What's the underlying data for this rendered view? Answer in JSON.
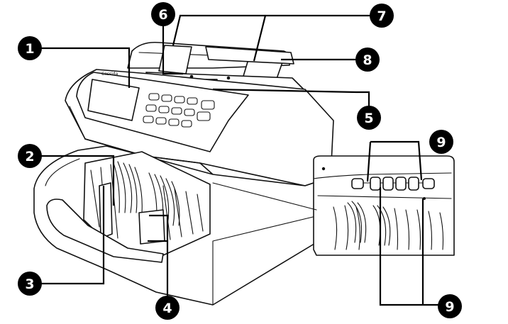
{
  "machine": {
    "brand": "Cassida"
  },
  "callouts": [
    {
      "id": "c1",
      "label": "1"
    },
    {
      "id": "c2",
      "label": "2"
    },
    {
      "id": "c3",
      "label": "3"
    },
    {
      "id": "c4",
      "label": "4"
    },
    {
      "id": "c5",
      "label": "5"
    },
    {
      "id": "c6",
      "label": "6"
    },
    {
      "id": "c7",
      "label": "7"
    },
    {
      "id": "c8",
      "label": "8"
    },
    {
      "id": "c9a",
      "label": "9"
    },
    {
      "id": "c9b",
      "label": "9"
    }
  ]
}
